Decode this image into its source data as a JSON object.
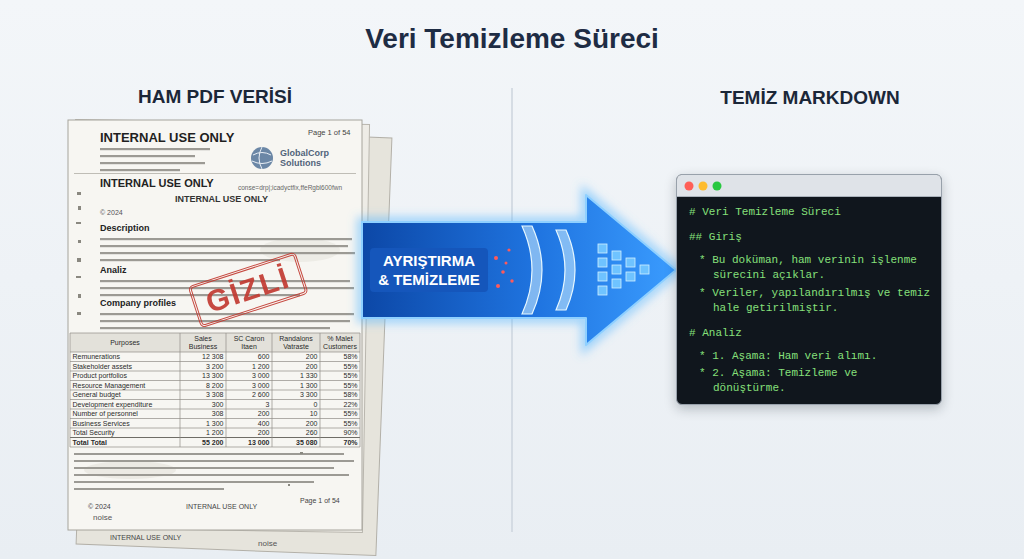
{
  "diagram": {
    "title": "Veri Temizleme Süreci",
    "nodes": [
      {
        "text": [
          "HAM PDF VERİSİ",
          "INTERNAL USE ONLY",
          "Page 1 of 54",
          "GlobalCorp Solutions",
          "INTERNAL USE ONLY",
          "conse=drp|;icadyctfix,ffeRgbl600fwn",
          "INTERNAL USE ONLY",
          "© 2024",
          "Description",
          "Analiz",
          "Company profiles",
          "© 2024",
          "INTERNAL USE ONLY",
          "Page 1 of 54",
          "noise"
        ]
      },
      {
        "text": [
          "TEMİZ MARKDOWN",
          "# Veri Temizleme Süreci",
          "## Giriş",
          "* Bu doküman, ham verinin işlenme sürecini açıklar.",
          "* Veriler, yapılandırılmış ve temiz hale getirilmiştir.",
          "# Analiz",
          "* 1. Aşama: Ham veri alımı.",
          "* 2. Aşama: Temizleme ve dönüştürme."
        ]
      }
    ],
    "edges": [
      {
        "from": 0,
        "to": 1,
        "arrow": "to",
        "label": "AYRIŞTIRMA & TEMİZLEME"
      }
    ],
    "labels": [
      "Purposes",
      "Sales Business",
      "SC Caron Itaen",
      "Randalons Vatraste",
      "% Malet Customers",
      "Remunerations",
      "12 308",
      "600",
      "200",
      "58%",
      "Stakeholder assets",
      "3 200",
      "1 200",
      "200",
      "55%",
      "Product portfolios",
      "13 300",
      "3 000",
      "1 330",
      "55%",
      "Resource Management",
      "8 200",
      "3 000",
      "1 300",
      "55%",
      "General budget",
      "3 308",
      "2 600",
      "3 300",
      "58%",
      "Development expenditure",
      "300",
      "3",
      "0",
      "22%",
      "Number of personnel",
      "308",
      "200",
      "10",
      "55%",
      "Business Services",
      "1 300",
      "400",
      "200",
      "55%",
      "Total Security",
      "1 200",
      "200",
      "260",
      "90%",
      "Total Total",
      "55 200",
      "13 000",
      "35 080",
      "70%",
      "GİZLİ",
      "INTERNAL USE ONLY",
      "noise"
    ]
  }
}
